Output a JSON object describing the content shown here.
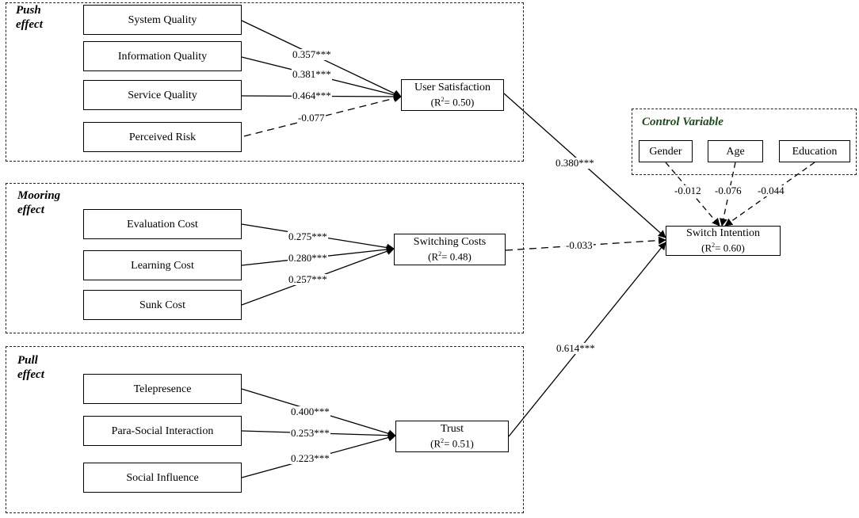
{
  "groups": {
    "push": {
      "title_line1": "Push",
      "title_line2": "effect"
    },
    "mooring": {
      "title_line1": "Mooring",
      "title_line2": "effect"
    },
    "pull": {
      "title_line1": "Pull",
      "title_line2": "effect"
    },
    "control": {
      "title": "Control Variable"
    }
  },
  "nodes": {
    "system_quality": "System Quality",
    "information_quality": "Information Quality",
    "service_quality": "Service Quality",
    "perceived_risk": "Perceived Risk",
    "user_satisfaction": {
      "name": "User Satisfaction",
      "r2_prefix": "(R",
      "r2_sup": "2",
      "r2_value": "= 0.50)"
    },
    "evaluation_cost": "Evaluation Cost",
    "learning_cost": "Learning Cost",
    "sunk_cost": "Sunk Cost",
    "switching_costs": {
      "name": "Switching Costs",
      "r2_prefix": "(R",
      "r2_sup": "2",
      "r2_value": "= 0.48)"
    },
    "telepresence": "Telepresence",
    "para_social_interaction": "Para-Social Interaction",
    "social_influence": "Social Influence",
    "trust": {
      "name": "Trust",
      "r2_prefix": "(R",
      "r2_sup": "2",
      "r2_value": "= 0.51)"
    },
    "gender": "Gender",
    "age": "Age",
    "education": "Education",
    "switch_intention": {
      "name": "Switch Intention",
      "r2_prefix": "(R",
      "r2_sup": "2",
      "r2_value": "= 0.60)"
    }
  },
  "paths": {
    "sq_us": "0.357***",
    "iq_us": "0.381***",
    "svq_us": "0.464***",
    "pr_us": "-0.077",
    "ec_sc": "0.275***",
    "lc_sc": "0.280***",
    "sk_sc": "0.257***",
    "tp_tr": "0.400***",
    "psi_tr": "0.253***",
    "si_tr": "0.223***",
    "us_si": "0.380***",
    "sc_si": "-0.033",
    "tr_si": "0.614***",
    "gender_si": "-0.012",
    "age_si": "-0.076",
    "edu_si": "-0.044"
  }
}
